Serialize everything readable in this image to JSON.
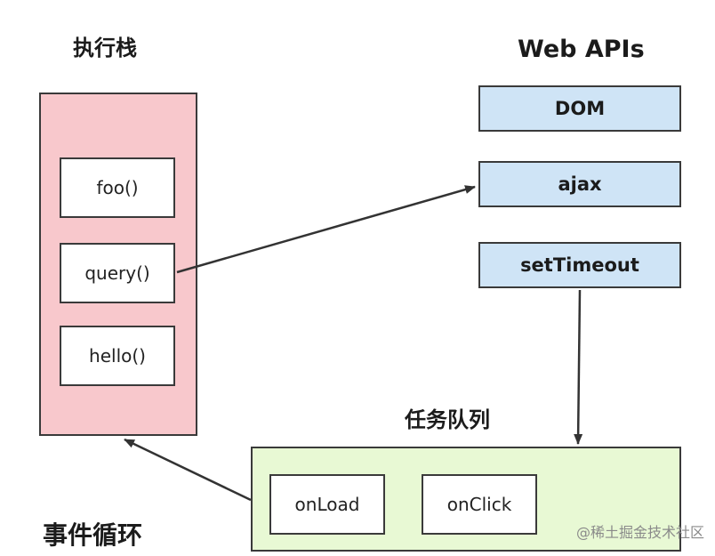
{
  "titles": {
    "call_stack": "执行栈",
    "web_apis": "Web APIs",
    "task_queue": "任务队列",
    "event_loop": "事件循环"
  },
  "call_stack": {
    "frames": [
      "foo()",
      "query()",
      "hello()"
    ]
  },
  "web_apis": {
    "items": [
      "DOM",
      "ajax",
      "setTimeout"
    ]
  },
  "task_queue": {
    "tasks": [
      "onLoad",
      "onClick"
    ]
  },
  "watermark": "@稀土掘金技术社区",
  "colors": {
    "stack_fill": "#f8c8cc",
    "api_fill": "#cfe4f6",
    "queue_fill": "#e8f9d4",
    "border": "#3a3a3a"
  }
}
